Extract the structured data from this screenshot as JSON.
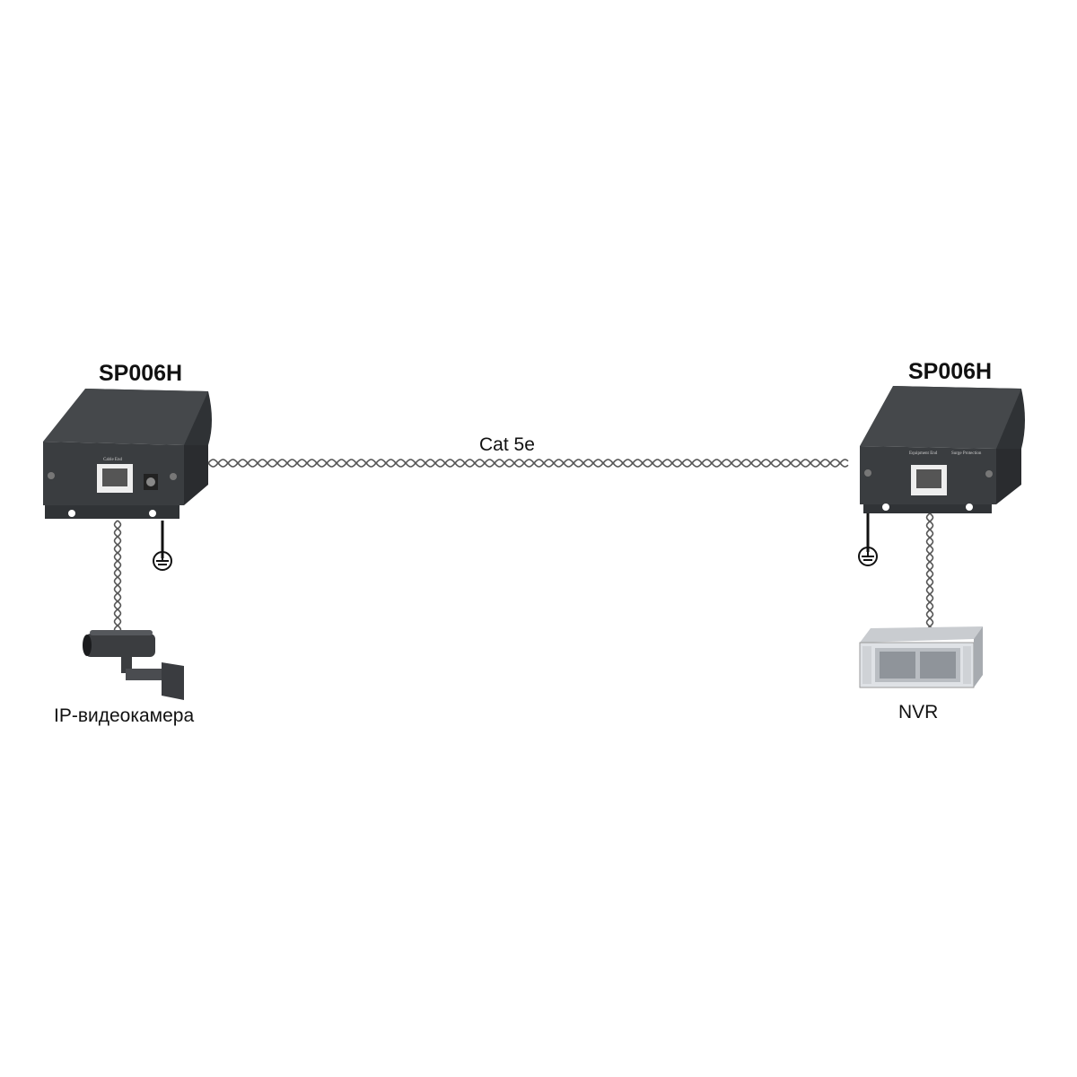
{
  "left_device": {
    "title": "SP006H",
    "port_label": "Cable End"
  },
  "right_device": {
    "title": "SP006H",
    "port_label": "Equipment End",
    "extra_label": "Surge Protection"
  },
  "cable": {
    "label": "Cat 5e"
  },
  "camera": {
    "label": "IP-видеокамера"
  },
  "nvr": {
    "label": "NVR"
  },
  "colors": {
    "device": "#3a3d40",
    "device_top": "#45484b",
    "cable": "#555555"
  }
}
